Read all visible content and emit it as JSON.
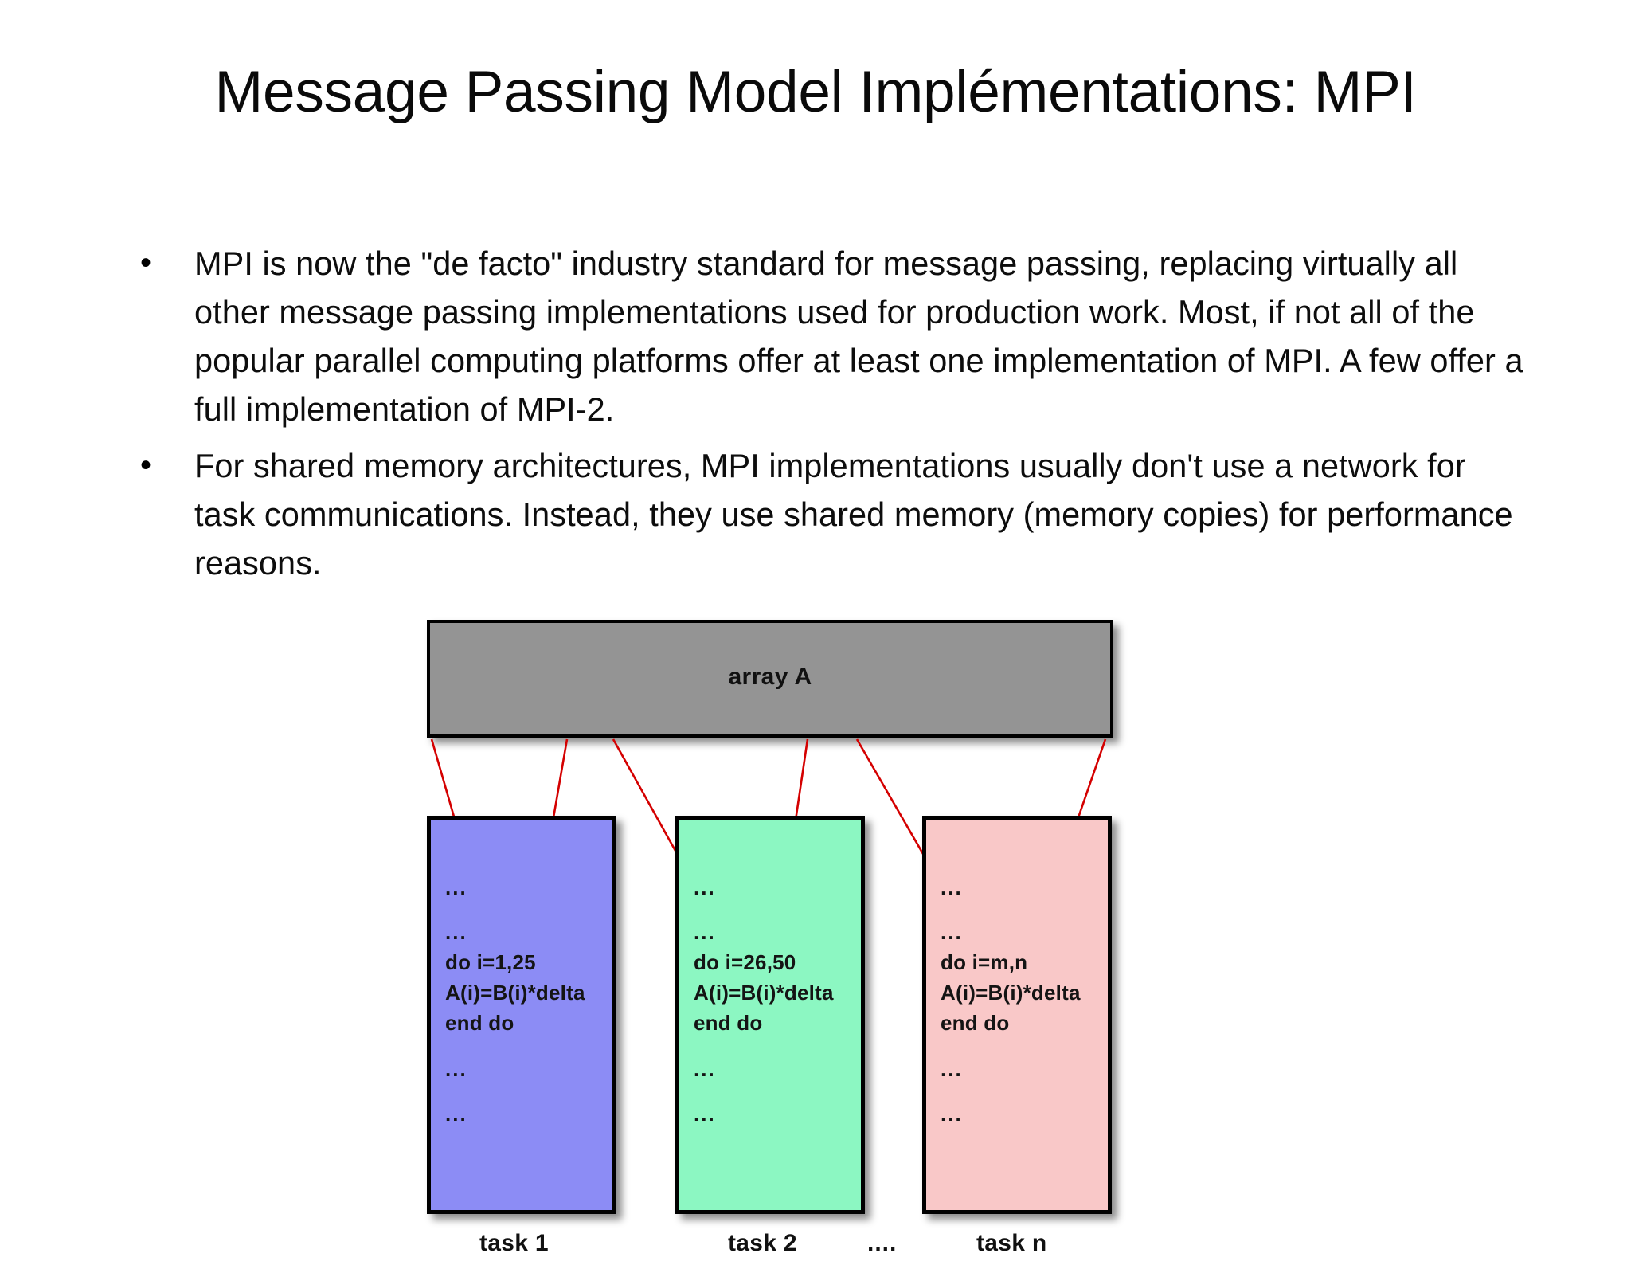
{
  "slide": {
    "title": "Message Passing Model Implémentations: MPI",
    "bullet_marker": "•",
    "bullets": [
      "MPI is now the \"de facto\" industry standard for message passing, replacing virtually all other message passing implementations used for production work. Most, if not all of the popular parallel computing platforms offer at least one implementation of MPI. A few offer a full implementation of MPI-2.",
      "For shared memory architectures, MPI implementations usually don't use a network for task communications. Instead, they use shared memory (memory copies) for performance reasons."
    ]
  },
  "figure": {
    "array_label": "array A",
    "array_color": "#949494",
    "line_color": "#d40000",
    "ellipsis_between_tasks": "....",
    "tasks": [
      {
        "name": "task 1",
        "color": "#8c8cf5",
        "code": [
          "...",
          "...",
          "do i=1,25",
          "A(i)=B(i)*delta",
          "end do",
          "...",
          "..."
        ]
      },
      {
        "name": "task 2",
        "color": "#8cf7c2",
        "code": [
          "...",
          "...",
          "do i=26,50",
          "A(i)=B(i)*delta",
          "end do",
          "...",
          "..."
        ]
      },
      {
        "name": "task n",
        "color": "#f9c8c8",
        "code": [
          "...",
          "...",
          "do i=m,n",
          "A(i)=B(i)*delta",
          "end do",
          "...",
          "..."
        ]
      }
    ]
  }
}
